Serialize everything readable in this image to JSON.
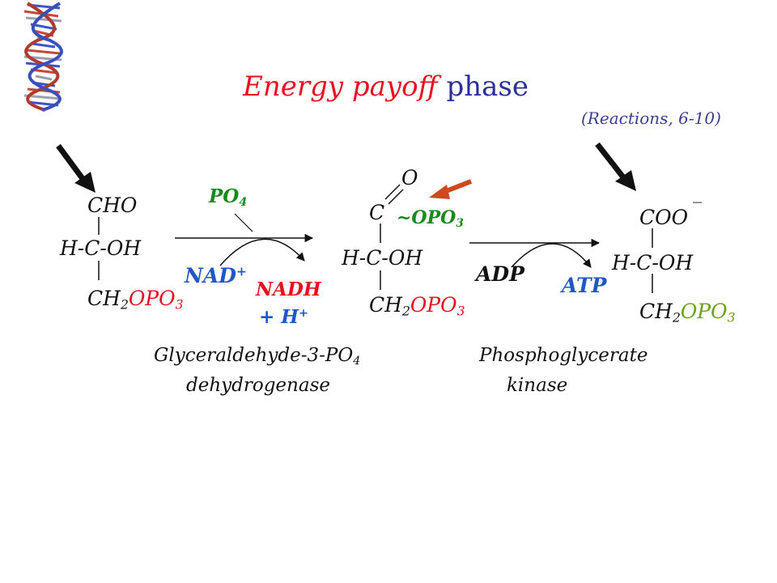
{
  "title": {
    "part1": "Energy payoff",
    "part2": "phase"
  },
  "subtitle": "(Reactions, 6-10)",
  "substrate": {
    "top": "CHO",
    "middle": "H-C-OH",
    "ch2": "CH",
    "ch2_sub": "2",
    "opo": "OPO",
    "opo_sub": "3"
  },
  "step1": {
    "input": "PO",
    "input_sub": "4",
    "cofactor_in": "NAD",
    "cofactor_in_sup": "+",
    "cofactor_out": "NADH",
    "cofactor_out2": "+ H",
    "cofactor_out2_sup": "+",
    "enzyme_line1": "Glyceraldehyde-3-PO",
    "enzyme_line1_sub": "4",
    "enzyme_line2": "dehydrogenase"
  },
  "intermediate": {
    "o": "O",
    "c": "C",
    "tilde_opo": "~OPO",
    "tilde_opo_sub": "3",
    "middle": "H-C-OH",
    "ch2": "CH",
    "ch2_sub": "2",
    "opo": "OPO",
    "opo_sub": "3"
  },
  "step2": {
    "cofactor_in": "ADP",
    "cofactor_out": "ATP",
    "enzyme_line1": "Phosphoglycerate",
    "enzyme_line2": "kinase"
  },
  "product": {
    "top": "COO",
    "charge": "_",
    "middle": "H-C-OH",
    "ch2": "CH",
    "ch2_sub": "2",
    "opo": "OPO",
    "opo_sub": "3"
  },
  "colors": {
    "red": "#e8101e",
    "green": "#178a1c",
    "blue": "#1f56c8",
    "lime": "#6aa317",
    "navy": "#2b2f9a",
    "arrow": "#cc4a1e"
  }
}
